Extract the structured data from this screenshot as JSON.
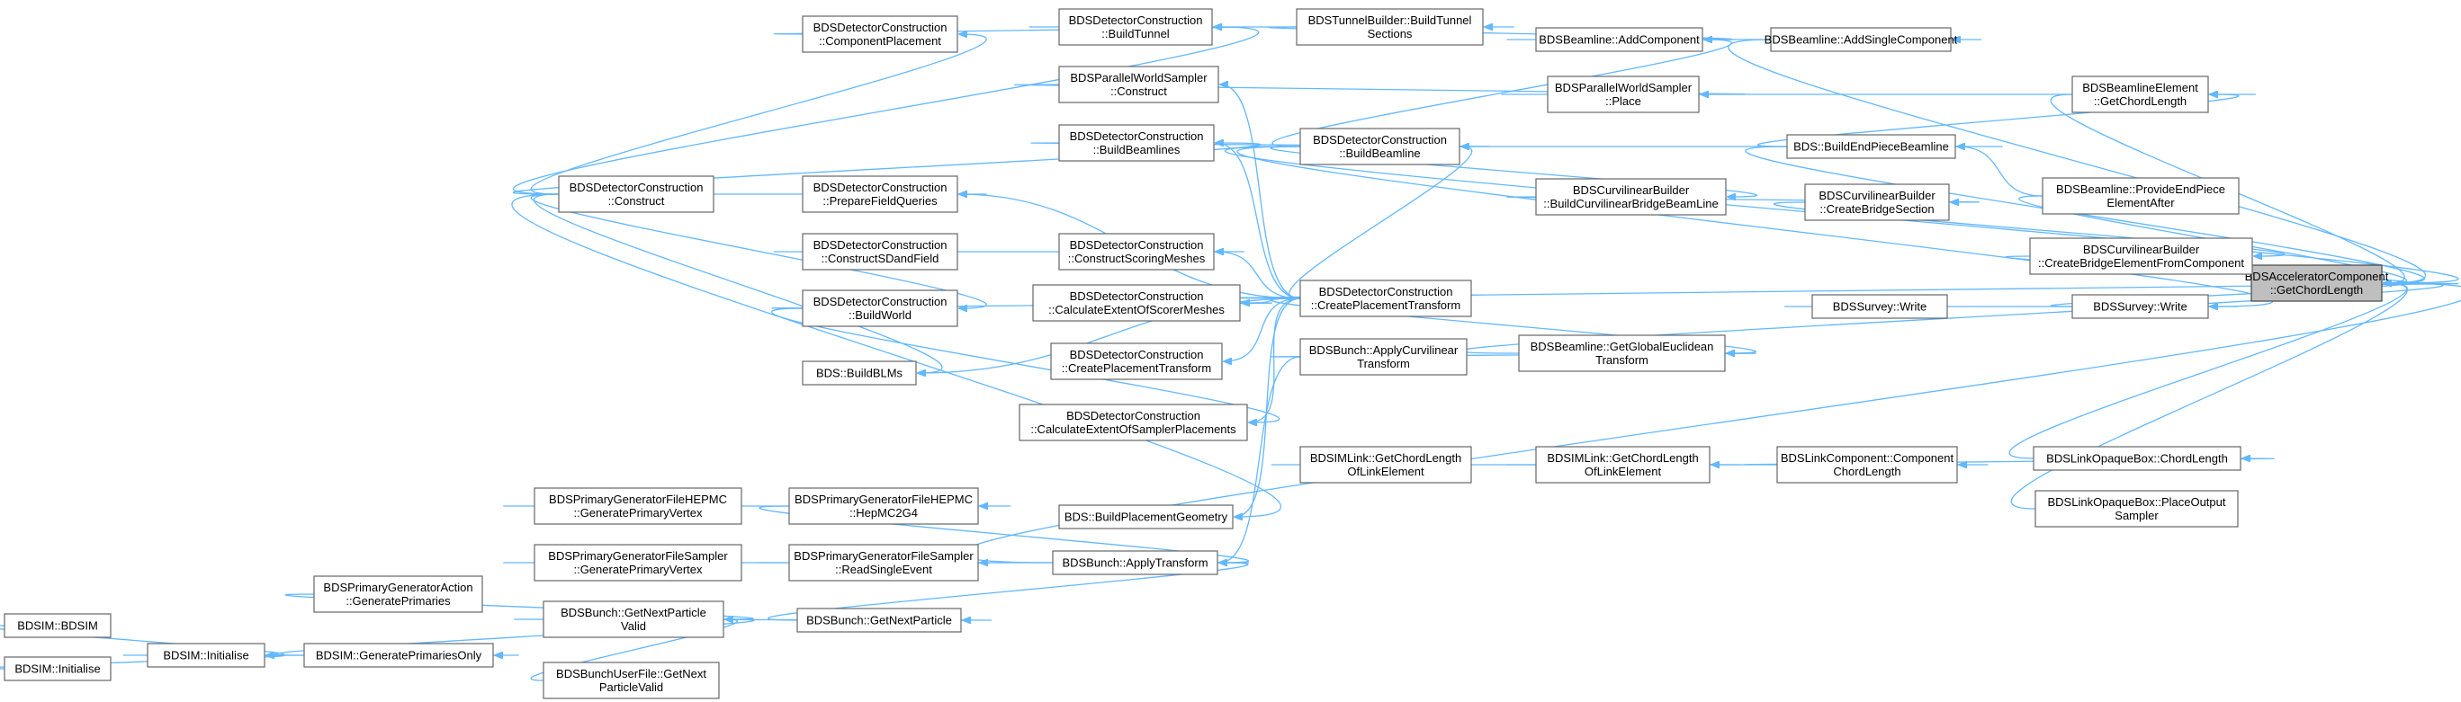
{
  "graph": {
    "colors": {
      "edge": "#63b8ff",
      "node_border": "#666666",
      "focus_fill": "#bfbfbf",
      "node_fill": "#ffffff"
    },
    "nodes": {
      "acc_getchord": {
        "lines": [
          "BDSAcceleratorComponent",
          "::GetChordLength"
        ],
        "focus": true
      },
      "beamline_addsingle": {
        "lines": [
          "BDSBeamline::AddSingleComponent"
        ]
      },
      "beamline_addcomp": {
        "lines": [
          "BDSBeamline::AddComponent"
        ]
      },
      "tunnel_buildsections": {
        "lines": [
          "BDSTunnelBuilder::BuildTunnel",
          "Sections"
        ]
      },
      "dc_buildtunnel": {
        "lines": [
          "BDSDetectorConstruction",
          "::BuildTunnel"
        ]
      },
      "dc_componentplacement": {
        "lines": [
          "BDSDetectorConstruction",
          "::ComponentPlacement"
        ]
      },
      "dc_construct": {
        "lines": [
          "BDSDetectorConstruction",
          "::Construct"
        ]
      },
      "elem_getchord": {
        "lines": [
          "BDSBeamlineElement",
          "::GetChordLength"
        ]
      },
      "pws_place": {
        "lines": [
          "BDSParallelWorldSampler",
          "::Place"
        ]
      },
      "pws_construct": {
        "lines": [
          "BDSParallelWorldSampler",
          "::Construct"
        ]
      },
      "bds_buildendpiece": {
        "lines": [
          "BDS::BuildEndPieceBeamline"
        ]
      },
      "dc_buildbeamline": {
        "lines": [
          "BDSDetectorConstruction",
          "::BuildBeamline"
        ]
      },
      "dc_buildbeamlines": {
        "lines": [
          "BDSDetectorConstruction",
          "::BuildBeamlines"
        ]
      },
      "beamline_provideend": {
        "lines": [
          "BDSBeamline::ProvideEndPiece",
          "ElementAfter"
        ]
      },
      "cb_buildbridge": {
        "lines": [
          "BDSCurvilinearBuilder",
          "::BuildCurvilinearBridgeBeamLine"
        ]
      },
      "cb_createbridgesection": {
        "lines": [
          "BDSCurvilinearBuilder",
          "::CreateBridgeSection"
        ]
      },
      "cb_createbridgeelement": {
        "lines": [
          "BDSCurvilinearBuilder",
          "::CreateBridgeElementFromComponent"
        ]
      },
      "dc_preparefield": {
        "lines": [
          "BDSDetectorConstruction",
          "::PrepareFieldQueries"
        ]
      },
      "dc_constructscoring": {
        "lines": [
          "BDSDetectorConstruction",
          "::ConstructScoringMeshes"
        ]
      },
      "dc_constructsand": {
        "lines": [
          "BDSDetectorConstruction",
          "::ConstructSDandField"
        ]
      },
      "survey_write_src": {
        "lines": [
          "BDSSurvey::Write"
        ]
      },
      "survey_write": {
        "lines": [
          "BDSSurvey::Write"
        ]
      },
      "dc_createplacement": {
        "lines": [
          "BDSDetectorConstruction",
          "::CreatePlacementTransform"
        ]
      },
      "dc_calcscorer": {
        "lines": [
          "BDSDetectorConstruction",
          "::CalculateExtentOfScorerMeshes"
        ]
      },
      "dc_buildworld": {
        "lines": [
          "BDSDetectorConstruction",
          "::BuildWorld"
        ]
      },
      "beamline_getglobal": {
        "lines": [
          "BDSBeamline::GetGlobalEuclidean",
          "Transform"
        ]
      },
      "bunch_applycurv": {
        "lines": [
          "BDSBunch::ApplyCurvilinear",
          "Transform"
        ]
      },
      "dc_createplacement2": {
        "lines": [
          "BDSDetectorConstruction",
          "::CreatePlacementTransform"
        ]
      },
      "bds_buildblms": {
        "lines": [
          "BDS::BuildBLMs"
        ]
      },
      "dc_calcsampler": {
        "lines": [
          "BDSDetectorConstruction",
          "::CalculateExtentOfSamplerPlacements"
        ]
      },
      "imlink_getchord_a": {
        "lines": [
          "BDSIMLink::GetChordLength",
          "OfLinkElement"
        ]
      },
      "imlink_getchord_b": {
        "lines": [
          "BDSIMLink::GetChordLength",
          "OfLinkElement"
        ]
      },
      "link_compchord": {
        "lines": [
          "BDSLinkComponent::Component",
          "ChordLength"
        ]
      },
      "lob_chord": {
        "lines": [
          "BDSLinkOpaqueBox::ChordLength"
        ]
      },
      "lob_placeoutput": {
        "lines": [
          "BDSLinkOpaqueBox::PlaceOutput",
          "Sampler"
        ]
      },
      "hepmc_genvertex": {
        "lines": [
          "BDSPrimaryGeneratorFileHEPMC",
          "::GeneratePrimaryVertex"
        ]
      },
      "hepmc_hepmc2g4": {
        "lines": [
          "BDSPrimaryGeneratorFileHEPMC",
          "::HepMC2G4"
        ]
      },
      "bds_buildplacementgeom": {
        "lines": [
          "BDS::BuildPlacementGeometry"
        ]
      },
      "sampler_genvertex": {
        "lines": [
          "BDSPrimaryGeneratorFileSampler",
          "::GeneratePrimaryVertex"
        ]
      },
      "sampler_readsingle": {
        "lines": [
          "BDSPrimaryGeneratorFileSampler",
          "::ReadSingleEvent"
        ]
      },
      "bunch_applytransform": {
        "lines": [
          "BDSBunch::ApplyTransform"
        ]
      },
      "pga_genprimaries": {
        "lines": [
          "BDSPrimaryGeneratorAction",
          "::GeneratePrimaries"
        ]
      },
      "bunch_getnextvalid": {
        "lines": [
          "BDSBunch::GetNextParticle",
          "Valid"
        ]
      },
      "bunch_getnext": {
        "lines": [
          "BDSBunch::GetNextParticle"
        ]
      },
      "bdsim_bdsim": {
        "lines": [
          "BDSIM::BDSIM"
        ]
      },
      "bdsim_initialise": {
        "lines": [
          "BDSIM::Initialise"
        ]
      },
      "bdsim_genprimonly": {
        "lines": [
          "BDSIM::GeneratePrimariesOnly"
        ]
      },
      "bdsim_initialise2": {
        "lines": [
          "BDSIM::Initialise"
        ]
      },
      "userfile_getnextvalid": {
        "lines": [
          "BDSBunchUserFile::GetNext",
          "ParticleValid"
        ]
      }
    },
    "edges": [
      [
        "beamline_addsingle",
        "acc_getchord"
      ],
      [
        "elem_getchord",
        "acc_getchord"
      ],
      [
        "bds_buildendpiece",
        "acc_getchord"
      ],
      [
        "beamline_provideend",
        "acc_getchord"
      ],
      [
        "cb_createbridgeelement",
        "acc_getchord"
      ],
      [
        "survey_write",
        "acc_getchord"
      ],
      [
        "beamline_getglobal",
        "acc_getchord"
      ],
      [
        "bunch_applytransform",
        "acc_getchord"
      ],
      [
        "lob_chord",
        "acc_getchord"
      ],
      [
        "lob_placeoutput",
        "acc_getchord"
      ],
      [
        "dc_buildbeamline",
        "acc_getchord"
      ],
      [
        "dc_createplacement",
        "acc_getchord"
      ],
      [
        "beamline_addcomp",
        "beamline_addsingle"
      ],
      [
        "tunnel_buildsections",
        "beamline_addcomp"
      ],
      [
        "dc_buildbeamline",
        "beamline_addcomp"
      ],
      [
        "dc_buildtunnel",
        "tunnel_buildsections"
      ],
      [
        "dc_componentplacement",
        "dc_buildtunnel"
      ],
      [
        "dc_construct",
        "dc_componentplacement"
      ],
      [
        "dc_construct",
        "dc_buildtunnel"
      ],
      [
        "dc_construct",
        "dc_buildbeamlines"
      ],
      [
        "dc_construct",
        "dc_preparefield"
      ],
      [
        "dc_construct",
        "dc_buildworld"
      ],
      [
        "dc_construct",
        "bds_buildblms"
      ],
      [
        "dc_construct",
        "bds_buildplacementgeom"
      ],
      [
        "pws_place",
        "elem_getchord"
      ],
      [
        "pws_construct",
        "pws_place"
      ],
      [
        "bds_buildendpiece",
        "elem_getchord"
      ],
      [
        "dc_buildbeamline",
        "bds_buildendpiece"
      ],
      [
        "dc_buildbeamlines",
        "dc_buildbeamline"
      ],
      [
        "beamline_provideend",
        "bds_buildendpiece"
      ],
      [
        "dc_buildbeamline",
        "cb_buildbridge"
      ],
      [
        "cb_buildbridge",
        "cb_createbridgesection"
      ],
      [
        "cb_createbridgesection",
        "cb_createbridgeelement"
      ],
      [
        "dc_buildbeamline",
        "survey_write"
      ],
      [
        "survey_write_src",
        "survey_write"
      ],
      [
        "dc_createplacement",
        "beamline_getglobal"
      ],
      [
        "bunch_applycurv",
        "beamline_getglobal"
      ],
      [
        "dc_createplacement",
        "dc_buildbeamline"
      ],
      [
        "dc_createplacement",
        "dc_buildbeamlines"
      ],
      [
        "dc_createplacement",
        "pws_construct"
      ],
      [
        "dc_createplacement",
        "dc_preparefield"
      ],
      [
        "dc_createplacement",
        "dc_constructscoring"
      ],
      [
        "dc_createplacement",
        "dc_calcscorer"
      ],
      [
        "dc_createplacement",
        "dc_createplacement2"
      ],
      [
        "dc_createplacement",
        "dc_calcsampler"
      ],
      [
        "dc_createplacement",
        "bds_buildblms"
      ],
      [
        "dc_createplacement",
        "bds_buildplacementgeom"
      ],
      [
        "dc_constructsand",
        "dc_constructscoring"
      ],
      [
        "dc_buildworld",
        "dc_calcscorer"
      ],
      [
        "dc_buildworld",
        "dc_calcsampler"
      ],
      [
        "bunch_applycurv",
        "bunch_applytransform"
      ],
      [
        "imlink_getchord_a",
        "imlink_getchord_b"
      ],
      [
        "imlink_getchord_b",
        "link_compchord"
      ],
      [
        "link_compchord",
        "lob_chord"
      ],
      [
        "hepmc_genvertex",
        "hepmc_hepmc2g4"
      ],
      [
        "hepmc_hepmc2g4",
        "bunch_applytransform"
      ],
      [
        "sampler_genvertex",
        "sampler_readsingle"
      ],
      [
        "sampler_readsingle",
        "bunch_applytransform"
      ],
      [
        "bunch_getnext",
        "bunch_applytransform"
      ],
      [
        "bunch_getnextvalid",
        "bunch_getnext"
      ],
      [
        "pga_genprimaries",
        "bunch_getnextvalid"
      ],
      [
        "bdsim_genprimonly",
        "bunch_getnextvalid"
      ],
      [
        "bdsim_initialise",
        "bdsim_genprimonly"
      ],
      [
        "bdsim_bdsim",
        "bdsim_initialise"
      ],
      [
        "bdsim_initialise2",
        "bdsim_initialise"
      ],
      [
        "userfile_getnextvalid",
        "bunch_getnextvalid"
      ]
    ]
  }
}
